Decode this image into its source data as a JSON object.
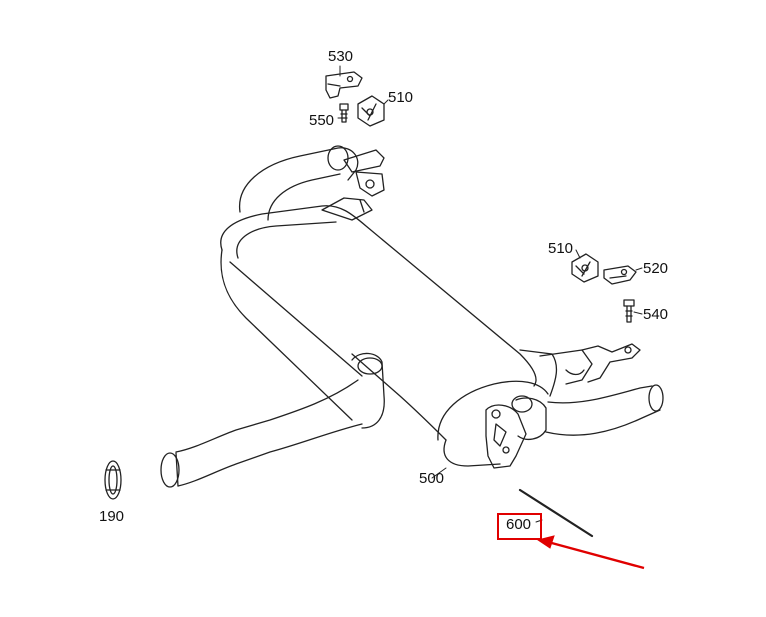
{
  "diagram": {
    "part_labels": {
      "p190": "190",
      "p500": "500",
      "p510_top": "510",
      "p510_right": "510",
      "p520": "520",
      "p530": "530",
      "p540": "540",
      "p550": "550",
      "p600": "600"
    },
    "highlight": {
      "target_label": "600",
      "color": "#e00000"
    },
    "colors": {
      "line": "#222222",
      "background": "#ffffff"
    }
  }
}
